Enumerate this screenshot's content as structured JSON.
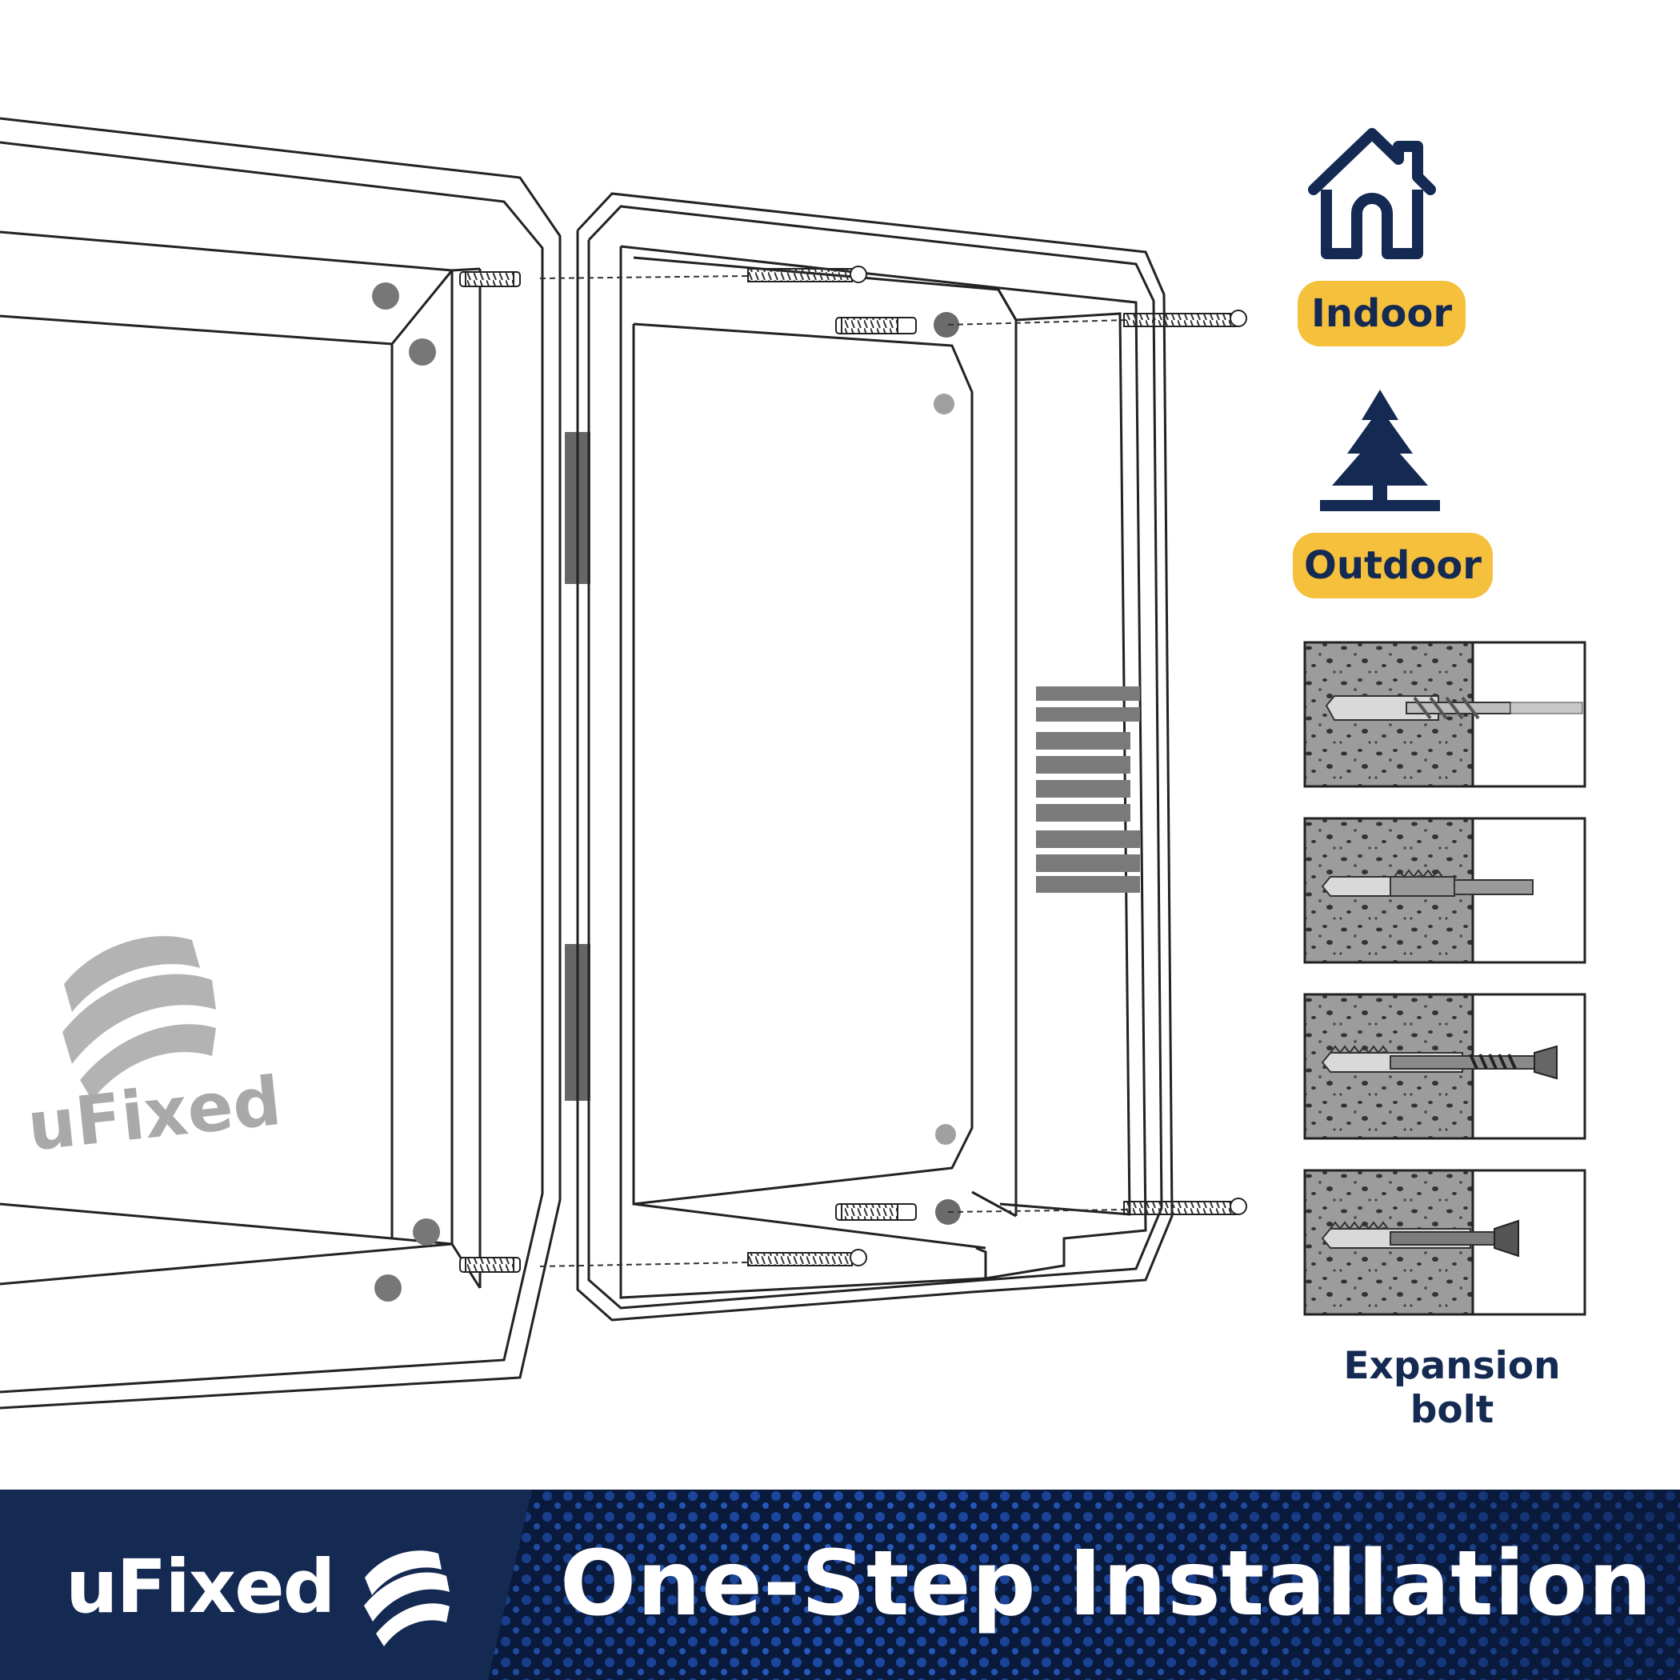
{
  "brand": {
    "name": "uFixed",
    "colors": {
      "navy": "#142a53",
      "yellow": "#f5c03c",
      "footer_blue": "#1e3f8a",
      "gray": "#a9a9a9"
    }
  },
  "badges": {
    "indoor": {
      "label": "Indoor",
      "icon": "house-icon"
    },
    "outdoor": {
      "label": "Outdoor",
      "icon": "tree-icon"
    }
  },
  "expansion": {
    "label": "Expansion bolt",
    "steps": [
      "drill-hole",
      "insert-anchor",
      "drive-screw",
      "screw-fixed"
    ]
  },
  "footer": {
    "brand": "uFixed",
    "title": "One-Step Installation"
  }
}
